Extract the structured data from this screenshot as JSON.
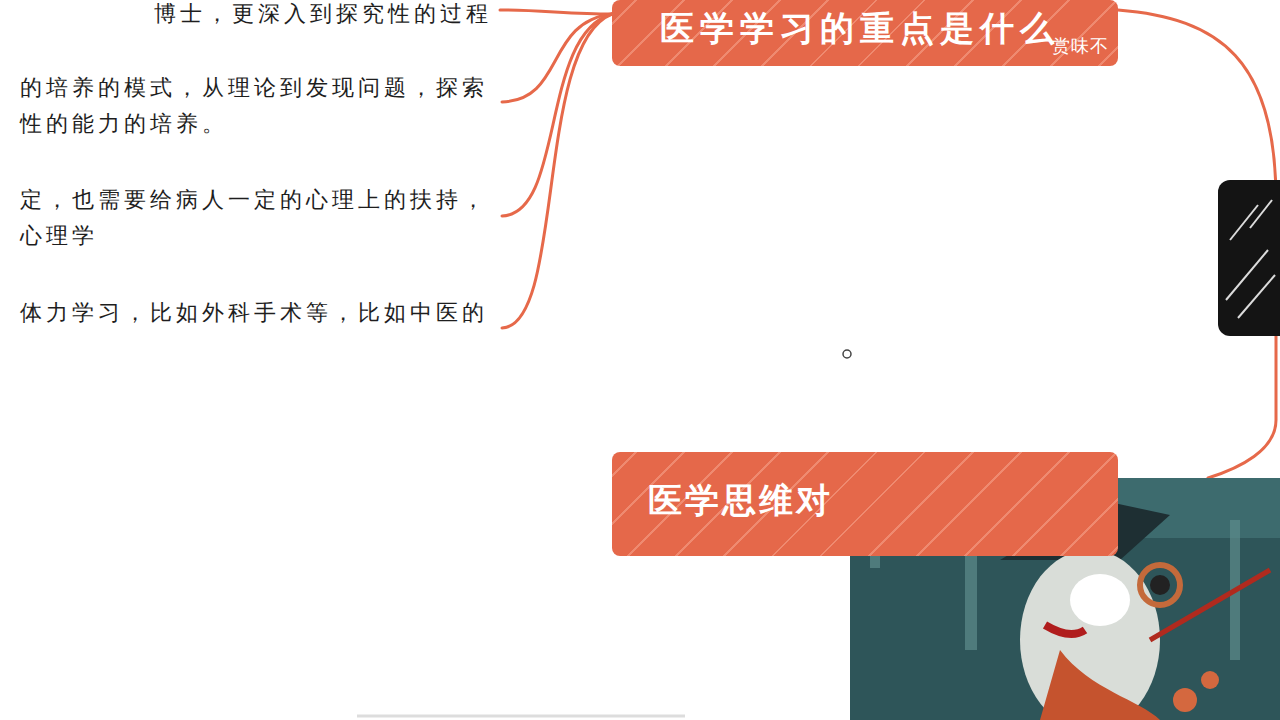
{
  "diagram": {
    "nodes": [
      {
        "text": [
          "医学学习的重点是什么"
        ]
      },
      {
        "text": [
          "医学思维对"
        ]
      }
    ],
    "labels": [
      "博士，更深入到探究性的过程",
      "的培养的模式，从理论到发现问题，探索 性的能力的培养。",
      "定，也需要给病人一定的心理上的扶持， 心理学",
      "体力学习，比如外科手术等，比如中医的",
      "赏味不"
    ]
  }
}
